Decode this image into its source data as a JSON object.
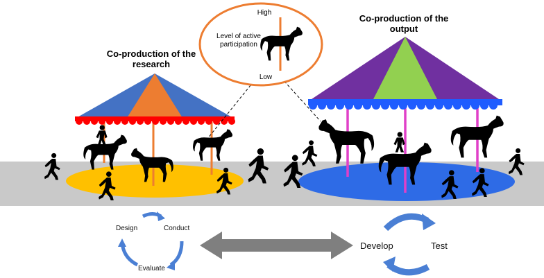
{
  "left_carousel": {
    "title": "Co-production of the research",
    "cycle": {
      "step1": "Design",
      "step2": "Conduct",
      "step3": "Evaluate"
    }
  },
  "right_carousel": {
    "title": "Co-production of the output",
    "cycle": {
      "step1": "Develop",
      "step2": "Test"
    }
  },
  "callout": {
    "high_label": "High",
    "low_label": "Low",
    "scale_label": "Level of active participation"
  },
  "colors": {
    "left_roof_blue": "#4472C4",
    "left_roof_orange": "#ED7D31",
    "left_trim_red": "#FF0000",
    "left_base_yellow": "#FFC000",
    "right_roof_purple": "#7030A0",
    "right_roof_green": "#92D050",
    "right_trim_blue": "#1F5CFF",
    "right_base_blue": "#2E6BE6",
    "right_pole_pink": "#E040C8",
    "ground_gray": "#C9C9C9",
    "arrow_gray": "#7F7F7F",
    "cycle_blue": "#4A7FD4",
    "callout_ring_orange": "#ED7D31"
  },
  "icons": [
    "horse-icon",
    "person-walking-icon",
    "rider-icon",
    "carousel-icon",
    "double-arrow-icon",
    "cycle-arrow-icon"
  ]
}
